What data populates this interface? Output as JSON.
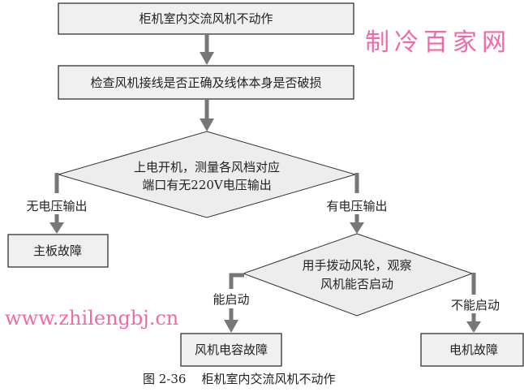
{
  "nodes": {
    "start": "柜机室内交流风机不动作",
    "check": "检查风机接线是否正确及线体本身是否破损",
    "decision1_line1": "上电开机，测量各风档对应",
    "decision1_line2": "端口有无220V电压输出",
    "no_voltage_label": "无电压输出",
    "has_voltage_label": "有电压输出",
    "mainboard_fault": "主板故障",
    "decision2_line1": "用手拨动风轮，观察",
    "decision2_line2": "风机能否启动",
    "can_start_label": "能启动",
    "cannot_start_label": "不能启动",
    "capacitor_fault": "风机电容故障",
    "motor_fault": "电机故障"
  },
  "caption": "图 2-36    柜机室内交流风机不动作",
  "watermark": {
    "name": "制冷百家网",
    "url": "www.zhilengbj.cn"
  }
}
